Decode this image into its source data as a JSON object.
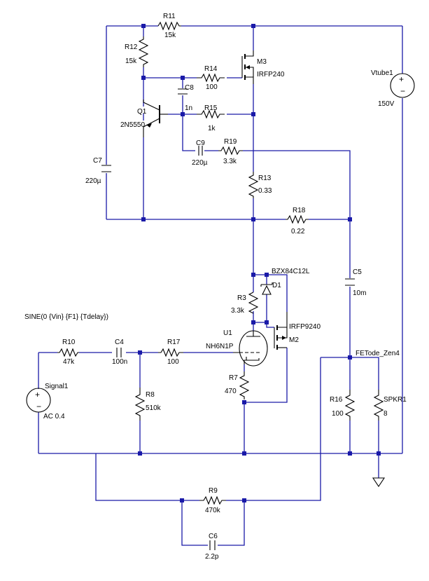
{
  "components": {
    "R11": {
      "name": "R11",
      "value": "15k"
    },
    "R12": {
      "name": "R12",
      "value": "15k"
    },
    "R14": {
      "name": "R14",
      "value": "100"
    },
    "R15": {
      "name": "R15",
      "value": "1k"
    },
    "R19": {
      "name": "R19",
      "value": "3.3k"
    },
    "R13": {
      "name": "R13",
      "value": "0.33"
    },
    "R18": {
      "name": "R18",
      "value": "0.22"
    },
    "R3": {
      "name": "R3",
      "value": "3.3k"
    },
    "R10": {
      "name": "R10",
      "value": "47k"
    },
    "R17": {
      "name": "R17",
      "value": "100"
    },
    "R8": {
      "name": "R8",
      "value": "510k"
    },
    "R7": {
      "name": "R7",
      "value": "470"
    },
    "R16": {
      "name": "R16",
      "value": "100"
    },
    "R9": {
      "name": "R9",
      "value": "470k"
    },
    "C8": {
      "name": "C8",
      "value": "1n"
    },
    "C9": {
      "name": "C9",
      "value": "220µ"
    },
    "C7": {
      "name": "C7",
      "value": "220µ"
    },
    "C5": {
      "name": "C5",
      "value": "10m"
    },
    "C4": {
      "name": "C4",
      "value": "100n"
    },
    "C6": {
      "name": "C6",
      "value": "2.2p"
    },
    "Q1": {
      "name": "Q1",
      "value": "2N5550"
    },
    "M3": {
      "name": "M3",
      "value": "IRFP240"
    },
    "M2": {
      "name": "M2",
      "value": "IRFP9240"
    },
    "D1": {
      "name": "D1",
      "value": "BZX84C12L"
    },
    "U1": {
      "name": "U1",
      "value": "NH6N1P"
    },
    "Vtube1": {
      "name": "Vtube1",
      "value": "150V"
    },
    "Signal1": {
      "name": "Signal1",
      "value": "AC 0.4"
    },
    "SPKR1": {
      "name": "SPKR1",
      "value": "8"
    }
  },
  "source_directive": "SINE(0 {Vin} {F1} {Tdelay})",
  "net_label": "FETode_Zen4",
  "colors": {
    "wire": "#1a1aa8",
    "component": "#000000",
    "background": "#ffffff"
  }
}
